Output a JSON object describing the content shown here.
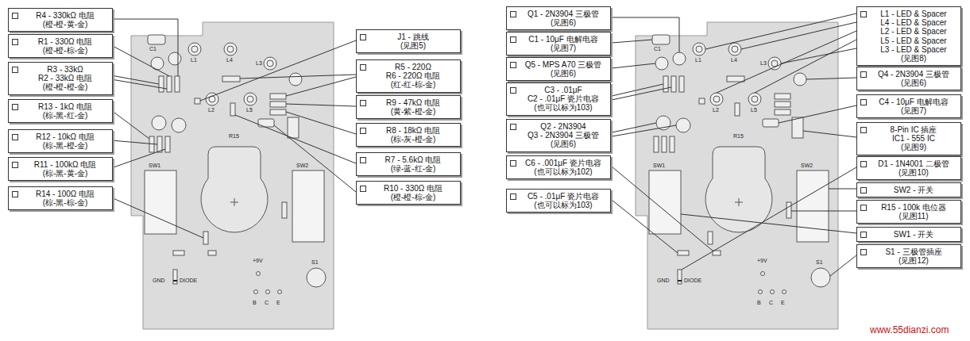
{
  "diagram": {
    "nodes": [
      {
        "text": [
          "R4 - 330kΩ 电阻",
          "(橙-橙-黄-金)"
        ]
      },
      {
        "text": [
          "R1 - 330Ω 电阻",
          "(橙-橙-棕-金)"
        ]
      },
      {
        "text": [
          "R3 - 33kΩ",
          "R2 - 33kΩ 电阻",
          "(橙-橙-橙-金)"
        ]
      },
      {
        "text": [
          "R13 - 1kΩ 电阻",
          "(棕-黑-红-金)"
        ]
      },
      {
        "text": [
          "R12 - 10kΩ 电阻",
          "(棕-黑-橙-金)"
        ]
      },
      {
        "text": [
          "R11 - 100kΩ 电阻",
          "(棕-黑-黄-金)"
        ]
      },
      {
        "text": [
          "R14 - 100Ω 电阻",
          "(棕-黑-棕-金)"
        ]
      },
      {
        "text": [
          "J1 - 跳线",
          "(见图5)"
        ]
      },
      {
        "text": [
          "R5 - 220Ω",
          "R6 - 220Ω 电阻",
          "(红-红-棕-金)"
        ]
      },
      {
        "text": [
          "R9 - 47kΩ 电阻",
          "(黄-紫-橙-金)"
        ]
      },
      {
        "text": [
          "R8 - 18kΩ 电阻",
          "(棕-灰-橙-金)"
        ]
      },
      {
        "text": [
          "R7 - 5.6kΩ 电阻",
          "(绿-蓝-红-金)"
        ]
      },
      {
        "text": [
          "R10 - 330Ω 电阻",
          "(橙-橙-棕-金)"
        ]
      },
      {
        "text": [
          "Q1 - 2N3904 三极管",
          "(见图6)"
        ]
      },
      {
        "text": [
          "C1 - 10μF 电解电容",
          "(见图7)"
        ]
      },
      {
        "text": [
          "Q5 - MPS A70 三极管",
          "(见图6)"
        ]
      },
      {
        "text": [
          "C3 - .01μF",
          "C2 - .01μF 瓷片电容",
          "(也可以标为103)"
        ]
      },
      {
        "text": [
          "Q2 - 2N3904",
          "Q3 - 2N3904 三极管",
          "(见图6)"
        ]
      },
      {
        "text": [
          "C6 - .001μF 瓷片电容",
          "(也可以标为102)"
        ]
      },
      {
        "text": [
          "C5 - .01μF 瓷片电容",
          "(也可以标为103)"
        ]
      },
      {
        "text": [
          "L1 - LED & Spacer",
          "L4 - LED & Spacer",
          "L2 - LED & Spacer",
          "L5 - LED & Spacer",
          "L3 - LED & Spacer",
          "(见图8)"
        ]
      },
      {
        "text": [
          "Q4 - 2N3904 三极管",
          "(见图6)"
        ]
      },
      {
        "text": [
          "C4 - 10μF 电解电容",
          "(见图7)"
        ]
      },
      {
        "text": [
          "8-Pin IC 插座",
          "IC1 - 555 IC",
          "(见图9)"
        ]
      },
      {
        "text": [
          "D1 - 1N4001 二极管",
          "(见图10)"
        ]
      },
      {
        "text": [
          "SW2 - 开关"
        ]
      },
      {
        "text": [
          "R15 - 100k 电位器",
          "(见图11)"
        ]
      },
      {
        "text": [
          "SW1 - 开关"
        ]
      },
      {
        "text": [
          "S1 - 三极管插座",
          "(见图12)"
        ]
      }
    ],
    "labels": [
      "C1",
      "L1",
      "L4",
      "L3",
      "L2",
      "L5",
      "R15",
      "SW1",
      "SW2",
      "GND",
      "DIODE",
      "+9V",
      "B",
      "C",
      "E",
      "S1",
      "C1",
      "L1",
      "L4",
      "L3",
      "L2",
      "L5",
      "R15",
      "SW1",
      "SW2",
      "GND",
      "DIODE",
      "+9V",
      "B",
      "C",
      "E",
      "S1",
      "www.55dianzi.com"
    ]
  }
}
